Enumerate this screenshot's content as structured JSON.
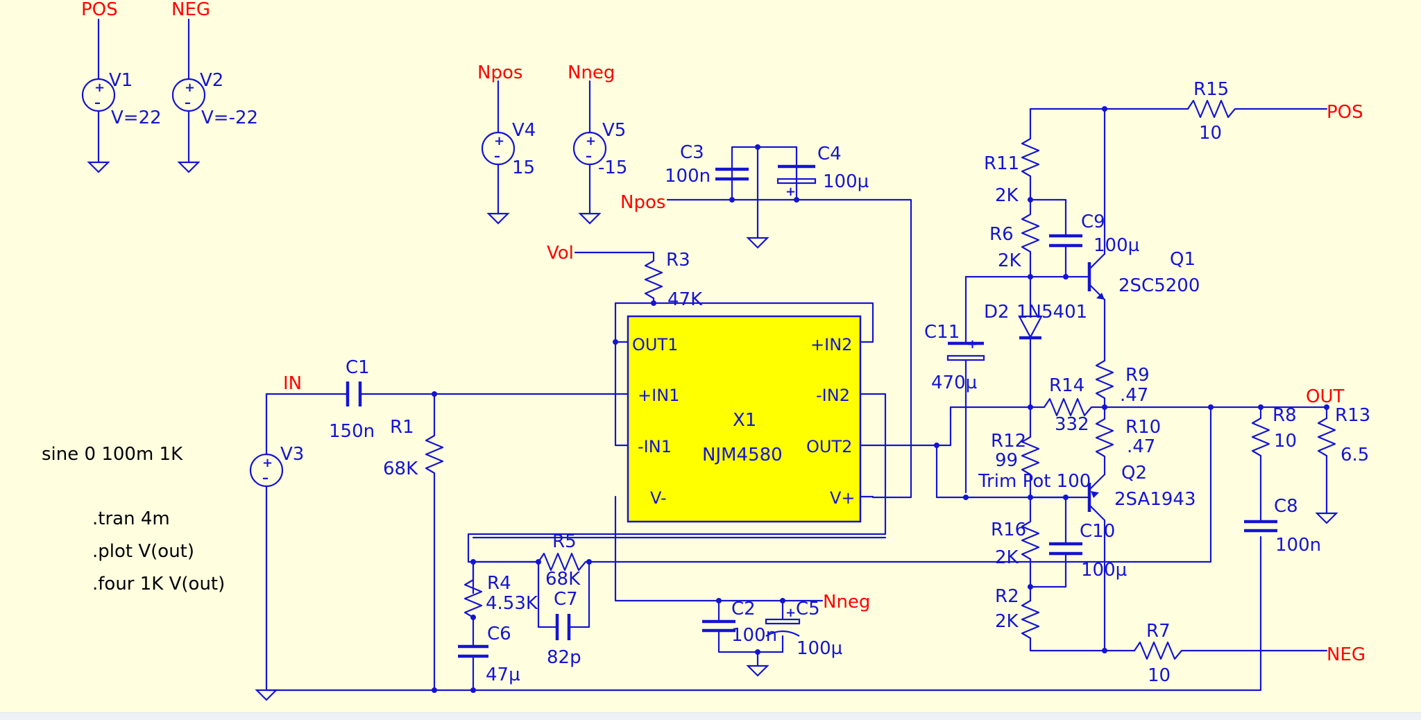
{
  "colors": {
    "background": "#FFFFE0",
    "wire": "#1414D2",
    "net_label": "#FF0000",
    "opamp_fill": "#FFFF00",
    "directive": "#000000"
  },
  "nets": {
    "pos_top": "POS",
    "neg_top": "NEG",
    "npos_top": "Npos",
    "nneg_top": "Nneg",
    "npos_c3": "Npos",
    "vol": "Vol",
    "in": "IN",
    "pos_r15": "POS",
    "out": "OUT",
    "nneg_c5": "Nneg",
    "neg_r7": "NEG"
  },
  "components": {
    "v1": {
      "name": "V1",
      "value": "V=22"
    },
    "v2": {
      "name": "V2",
      "value": "V=-22"
    },
    "v4": {
      "name": "V4",
      "value": "15"
    },
    "v5": {
      "name": "V5",
      "value": "-15"
    },
    "v3": {
      "name": "V3"
    },
    "c3": {
      "name": "C3",
      "value": "100n"
    },
    "c4": {
      "name": "C4",
      "value": "100µ"
    },
    "r3": {
      "name": "R3",
      "value": "47K"
    },
    "c1": {
      "name": "C1",
      "value": "150n"
    },
    "r1": {
      "name": "R1",
      "value": "68K"
    },
    "x1": {
      "name": "X1",
      "value": "NJM4580"
    },
    "r11": {
      "name": "R11",
      "value": "2K"
    },
    "r6": {
      "name": "R6",
      "value": "2K"
    },
    "c9": {
      "name": "C9",
      "value": "100µ"
    },
    "q1": {
      "name": "Q1",
      "value": "2SC5200"
    },
    "d2": {
      "name": "D2",
      "value": "1N5401"
    },
    "c11": {
      "name": "C11",
      "value": "470µ"
    },
    "r15": {
      "name": "R15",
      "value": "10"
    },
    "r14": {
      "name": "R14",
      "value": "332"
    },
    "r9": {
      "name": "R9",
      "value": ".47"
    },
    "r10": {
      "name": "R10",
      "value": ".47"
    },
    "r12": {
      "name": "R12",
      "value": "99",
      "extra": "Trim Pot 100"
    },
    "q2": {
      "name": "Q2",
      "value": "2SA1943"
    },
    "r8": {
      "name": "R8",
      "value": "10"
    },
    "r13": {
      "name": "R13",
      "value": "6.5"
    },
    "c8": {
      "name": "C8",
      "value": "100n"
    },
    "r16": {
      "name": "R16",
      "value": "2K"
    },
    "c10": {
      "name": "C10",
      "value": "100µ"
    },
    "r2": {
      "name": "R2",
      "value": "2K"
    },
    "r7": {
      "name": "R7",
      "value": "10"
    },
    "r5": {
      "name": "R5",
      "value": "68K"
    },
    "r4": {
      "name": "R4",
      "value": "4.53K"
    },
    "c7": {
      "name": "C7",
      "value": "82p"
    },
    "c6": {
      "name": "C6",
      "value": "47µ"
    },
    "c2": {
      "name": "C2",
      "value": "100n"
    },
    "c5": {
      "name": "C5",
      "value": "100µ"
    }
  },
  "opamp_pins": {
    "out1": "OUT1",
    "in1p": "+IN1",
    "in1n": "-IN1",
    "vminus": "V-",
    "in2p": "+IN2",
    "in2n": "-IN2",
    "out2": "OUT2",
    "vplus": "V+"
  },
  "directives": {
    "sine": "sine 0 100m 1K",
    "tran": ".tran 4m",
    "plot": ".plot V(out)",
    "four": ".four 1K V(out)"
  },
  "symbols": {
    "plus": "+",
    "minus": "–"
  }
}
